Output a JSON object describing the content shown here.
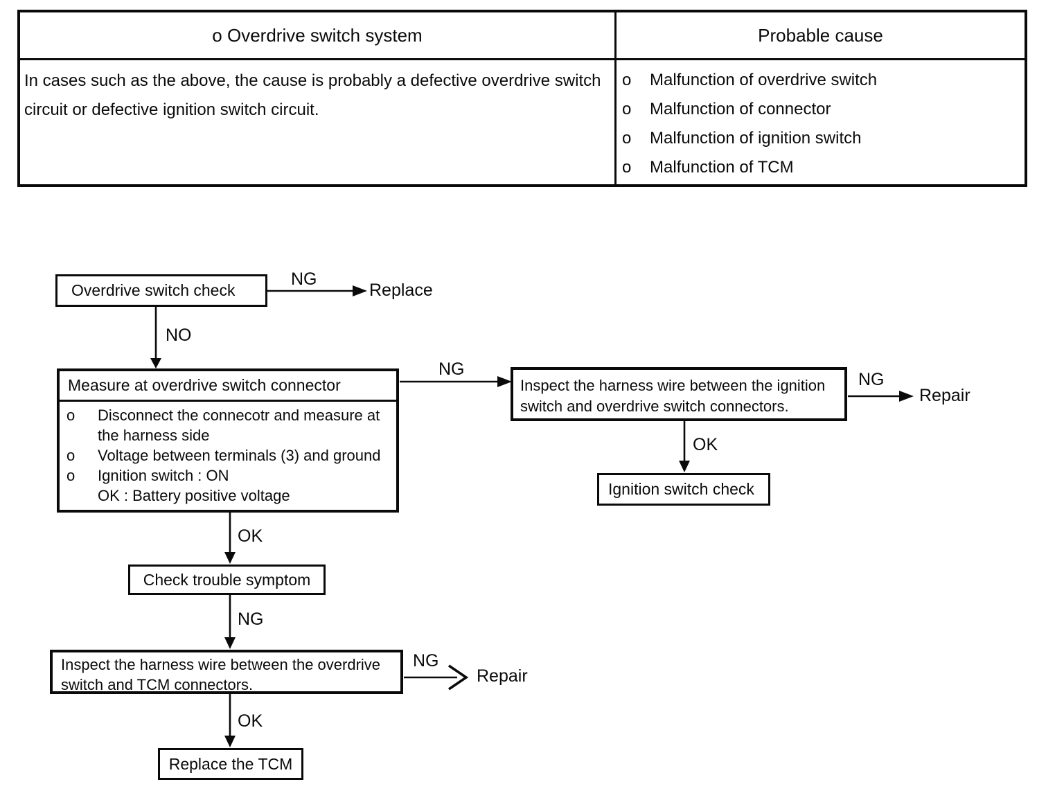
{
  "table": {
    "header": {
      "system": "o Overdrive switch system",
      "cause": "Probable cause"
    },
    "description": "In cases such as the above, the cause is probably a defective overdrive switch circuit or defective ignition switch circuit.",
    "bullet": "o",
    "causes": [
      "Malfunction of overdrive switch",
      "Malfunction of connector",
      "Malfunction of ignition switch",
      "Malfunction of TCM"
    ]
  },
  "flowchart": {
    "bullet": "o",
    "nodes": {
      "overdrive_switch_check": {
        "label": "Overdrive switch check"
      },
      "measure_connector": {
        "title": "Measure at overdrive switch connector",
        "items": [
          "Disconnect the connecotr and measure at the harness side",
          "Voltage between terminals (3) and ground",
          "Ignition switch : ON"
        ],
        "note": "OK : Battery positive voltage"
      },
      "inspect_ignition_harness": {
        "label": "Inspect the harness wire between the ignition switch and overdrive switch connectors."
      },
      "ignition_switch_check": {
        "label": "Ignition switch check"
      },
      "check_trouble_symptom": {
        "label": "Check trouble symptom"
      },
      "inspect_tcm_harness": {
        "label": "Inspect the harness wire between the overdrive switch and TCM connectors."
      },
      "replace_tcm": {
        "label": "Replace the TCM"
      }
    },
    "labels": {
      "ng_a": "NG",
      "replace_a": "Replace",
      "no_a": "NO",
      "ng_b": "NG",
      "ng_c": "NG",
      "repair_c": "Repair",
      "ok_c": "OK",
      "ok_b": "OK",
      "ng_e": "NG",
      "ng_f": "NG",
      "repair_f": "Repair",
      "ok_f": "OK"
    }
  }
}
